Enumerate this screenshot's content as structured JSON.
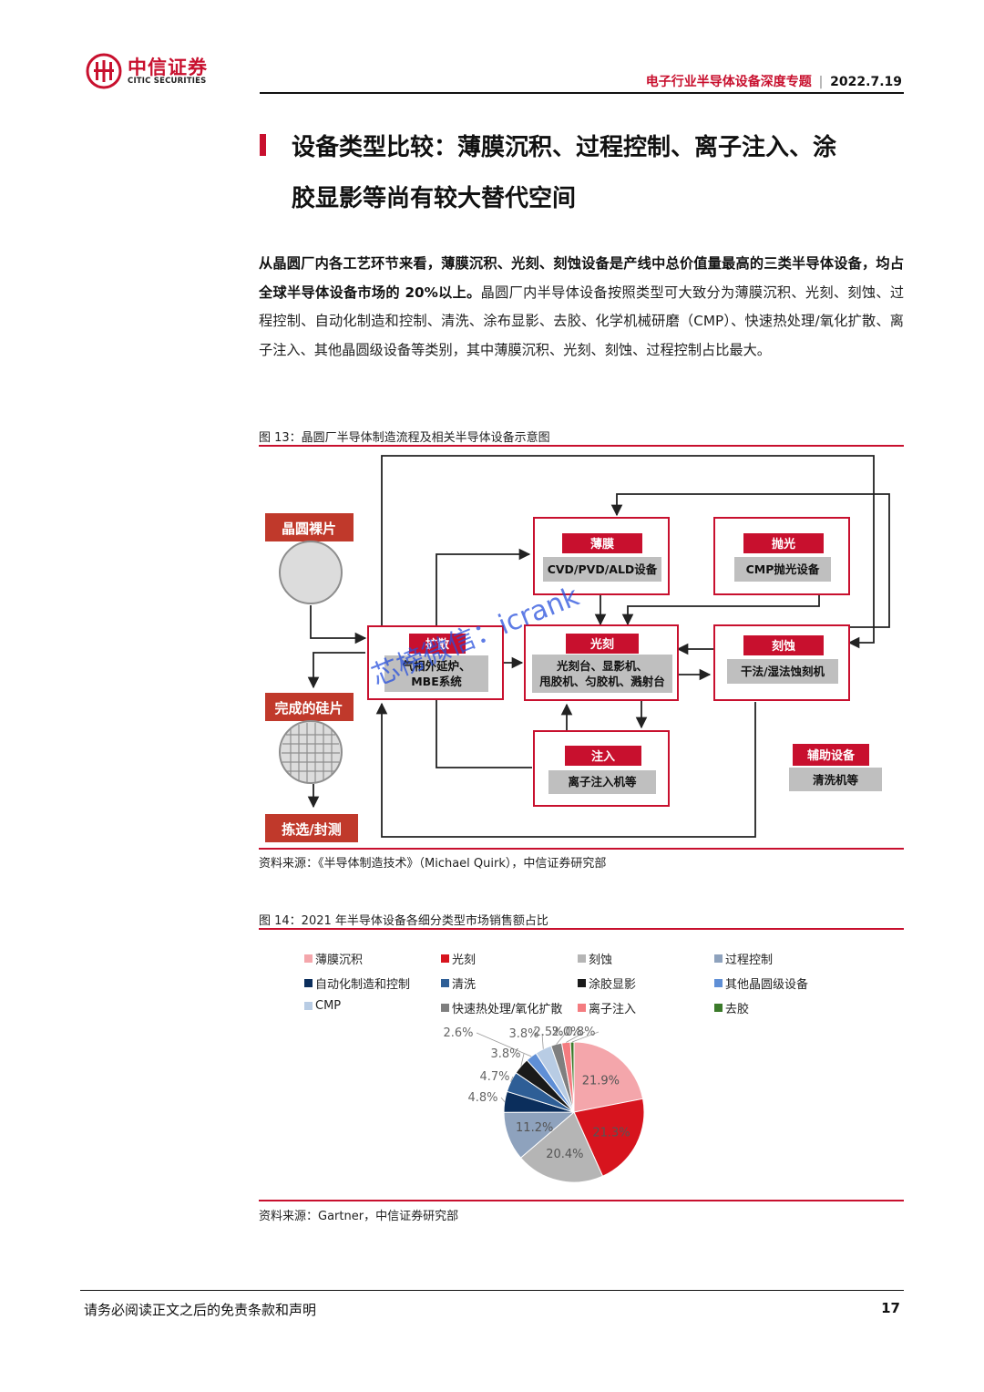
{
  "header": {
    "logo_cn": "中信证券",
    "logo_en": "CITIC SECURITIES",
    "report_title": "电子行业半导体设备深度专题",
    "separator": "|",
    "date": "2022.7.19"
  },
  "section": {
    "title_line1": "设备类型比较：薄膜沉积、过程控制、离子注入、涂",
    "title_line2": "胶显影等尚有较大替代空间"
  },
  "paragraph": {
    "bold_part": "从晶圆厂内各工艺环节来看，薄膜沉积、光刻、刻蚀设备是产线中总价值量最高的三类半导体设备，均占全球半导体设备市场的 20%以上。",
    "normal_part": "晶圆厂内半导体设备按照类型可大致分为薄膜沉积、光刻、刻蚀、过程控制、自动化制造和控制、清洗、涂布显影、去胶、化学机械研磨（CMP）、快速热处理/氧化扩散、离子注入、其他晶圆级设备等类别，其中薄膜沉积、光刻、刻蚀、过程控制占比最大。"
  },
  "figure13": {
    "caption": "图 13：晶圆厂半导体制造流程及相关半导体设备示意图",
    "source": "资料来源：《半导体制造技术》（Michael Quirk），中信证券研究部",
    "nodes": {
      "wafer_blank": "晶圆裸片",
      "finished_wafer": "完成的硅片",
      "sort_test": "拣选/封测",
      "diffusion_title": "扩散",
      "diffusion_eq_1": "气相外延炉、",
      "diffusion_eq_2": "MBE系统",
      "film_title": "薄膜",
      "film_eq": "CVD/PVD/ALD设备",
      "polish_title": "抛光",
      "polish_eq": "CMP抛光设备",
      "litho_title": "光刻",
      "litho_eq_1": "光刻台、显影机、",
      "litho_eq_2": "甩胶机、匀胶机、溅射台",
      "etch_title": "刻蚀",
      "etch_eq": "干法/湿法蚀刻机",
      "implant_title": "注入",
      "implant_eq": "离子注入机等",
      "aux_title": "辅助设备",
      "aux_eq": "清洗机等"
    }
  },
  "watermark": "芯榜微信：icrank",
  "figure14": {
    "caption": "图 14：2021 年半导体设备各细分类型市场销售额占比",
    "source": "资料来源：Gartner，中信证券研究部"
  },
  "chart_data": {
    "type": "pie",
    "title": "",
    "legend_position": "top",
    "categories": [
      "薄膜沉积",
      "光刻",
      "刻蚀",
      "过程控制",
      "自动化制造和控制",
      "清洗",
      "涂胶显影",
      "其他晶圆级设备",
      "CMP",
      "快速热处理/氧化扩散",
      "离子注入",
      "去胶"
    ],
    "values": [
      21.9,
      21.3,
      20.4,
      11.2,
      4.8,
      4.7,
      3.8,
      2.6,
      3.8,
      2.5,
      2.0,
      0.8
    ],
    "labels": [
      "21.9%",
      "21.3%",
      "20.4%",
      "11.2%",
      "4.8%",
      "4.7%",
      "3.8%",
      "2.6%",
      "3.8%",
      "2.5%",
      "2.0%",
      "0.8%"
    ],
    "colors": [
      "#f4a6ab",
      "#d7141e",
      "#b5b5b5",
      "#8ea2bd",
      "#0b2e5c",
      "#2e5e96",
      "#1a1a1a",
      "#5f8fd6",
      "#b8cce4",
      "#7f7f7f",
      "#f47c80",
      "#3b7a2a"
    ]
  },
  "footer": {
    "disclaimer": "请务必阅读正文之后的免责条款和声明",
    "page": "17"
  }
}
